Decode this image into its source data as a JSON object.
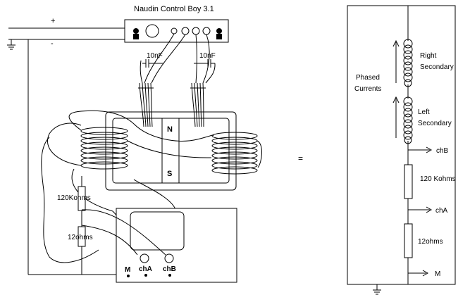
{
  "left_schematic": {
    "device_title": "Naudin Control Boy 3.1",
    "supply_plus": "+",
    "supply_minus": "-",
    "cap_left": "10nF",
    "cap_right": "10nF",
    "magnet_north": "N",
    "magnet_south": "S",
    "resistor_top": "120Kohms",
    "resistor_bottom": "12ohms",
    "scope_m": "M",
    "scope_cha": "chA",
    "scope_chb": "chB"
  },
  "equals_sign": "=",
  "equivalent_circuit": {
    "phased_currents_line1": "Phased",
    "phased_currents_line2": "Currents",
    "right_secondary_line1": "Right",
    "right_secondary_line2": "Secondary",
    "left_secondary_line1": "Left",
    "left_secondary_line2": "Secondary",
    "chb": "chB",
    "resistor_top": "120 Kohms",
    "cha": "chA",
    "resistor_bottom": "12ohms",
    "m": "M"
  }
}
